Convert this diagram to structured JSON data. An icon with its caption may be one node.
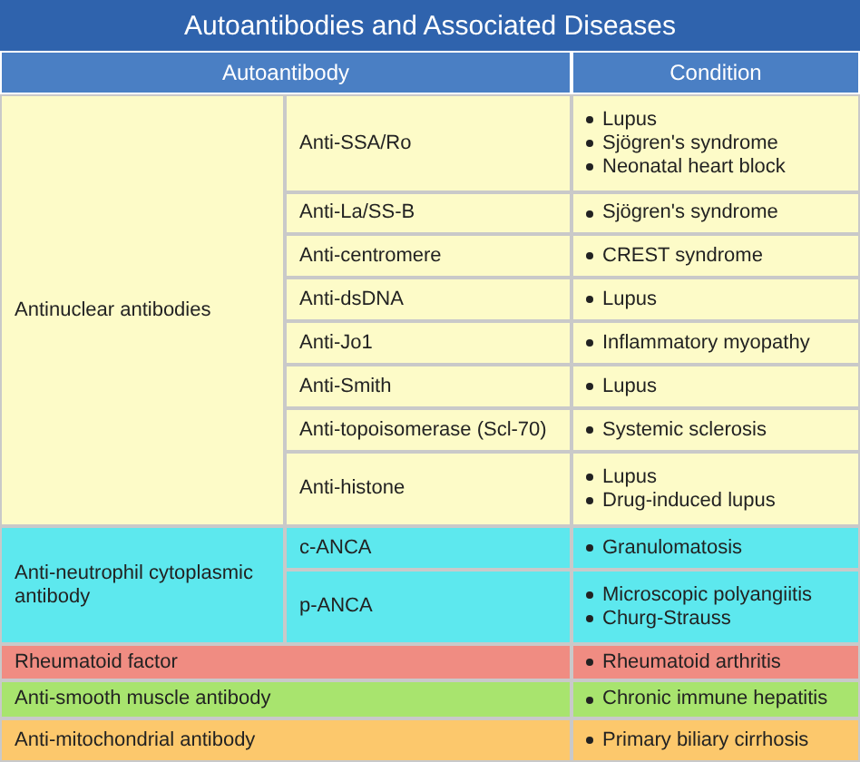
{
  "diagram": {
    "title": "Autoantibodies and Associated Diseases",
    "labels": [
      "Autoantibody",
      "Condition",
      "Antinuclear antibodies",
      "Anti-SSA/Ro",
      "Lupus",
      "Sjögren's syndrome",
      "Neonatal heart block",
      "Anti-La/SS-B",
      "Sjögren's syndrome",
      "Anti-centromere",
      "CREST syndrome",
      "Anti-dsDNA",
      "Lupus",
      "Anti-Jo1",
      "Inflammatory myopathy",
      "Anti-Smith",
      "Lupus",
      "Anti-topoisomerase (Scl-70)",
      "Systemic sclerosis",
      "Anti-histone",
      "Lupus",
      "Drug-induced lupus",
      "Anti-neutrophil cytoplasmic antibody",
      "c-ANCA",
      "Granulomatosis",
      "p-ANCA",
      "Microscopic polyangiitis",
      "Churg-Strauss",
      "Rheumatoid factor",
      "Rheumatoid arthritis",
      "Anti-smooth muscle antibody",
      "Chronic immune hepatitis",
      "Anti-mitochondrial antibody",
      "Primary biliary cirrhosis"
    ]
  }
}
